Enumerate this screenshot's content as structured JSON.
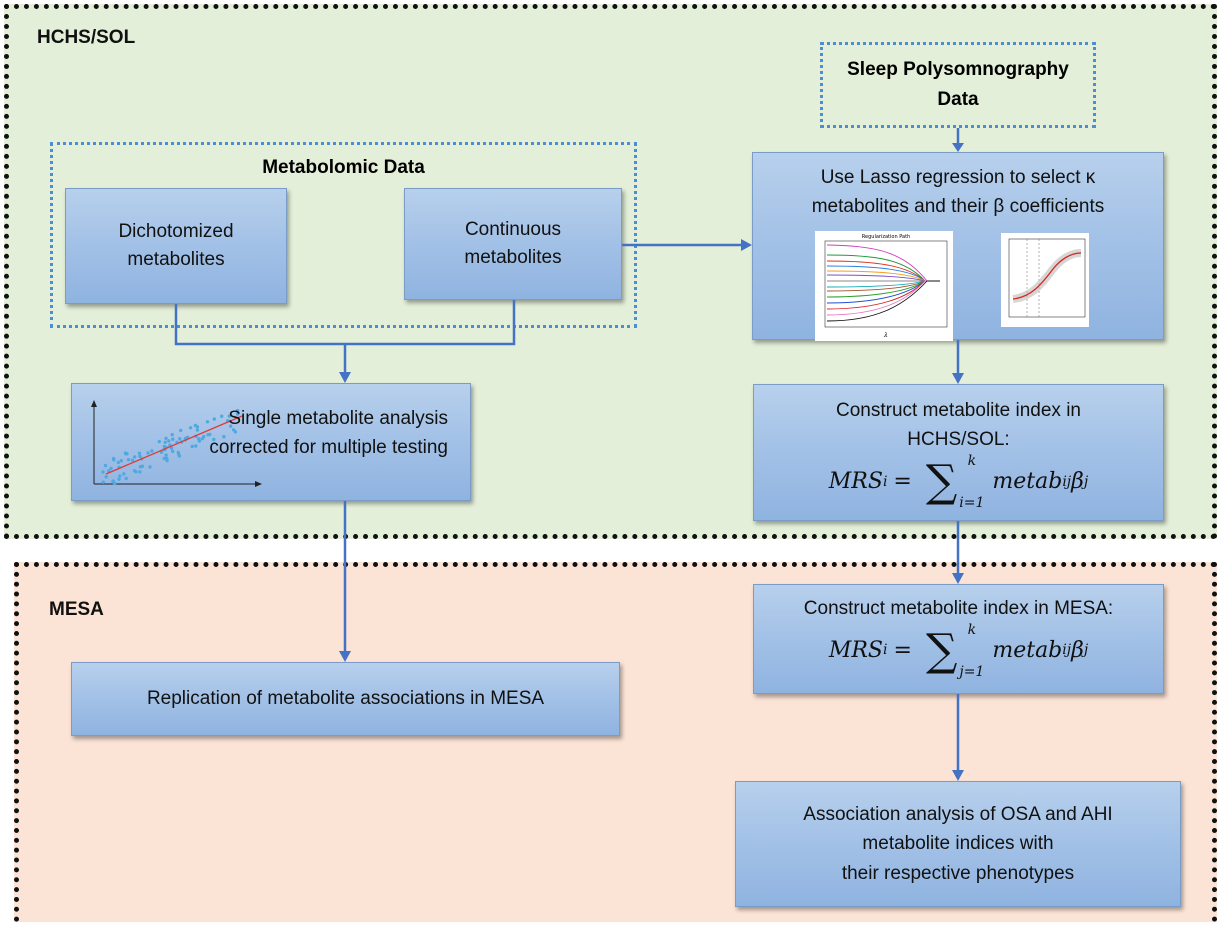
{
  "regions": {
    "hchs": "HCHS/SOL",
    "mesa": "MESA"
  },
  "boxes": {
    "sleep_data": [
      "Sleep Polysomnography",
      "Data"
    ],
    "metabolomic_data": "Metabolomic Data",
    "dichotomized": [
      "Dichotomized",
      "metabolites"
    ],
    "continuous": [
      "Continuous",
      "metabolites"
    ],
    "lasso": [
      "Use Lasso regression to select κ",
      "metabolites and their β coefficients"
    ],
    "single_analysis": [
      "Single metabolite analysis",
      "corrected for multiple testing"
    ],
    "construct_hchs": [
      "Construct metabolite index in",
      "HCHS/SOL:"
    ],
    "construct_mesa": "Construct metabolite index in MESA:",
    "replication": "Replication of metabolite associations in MESA",
    "association": [
      "Association analysis of OSA and AHI",
      "metabolite indices with",
      "their respective phenotypes"
    ]
  },
  "formula": {
    "lhs": "MRS",
    "lhs_sub": "i",
    "upper": "k",
    "lower_hchs": "i=1",
    "lower_mesa": "j=1",
    "term": "metab",
    "term_sub": "ij",
    "coef": "β",
    "coef_sub": "j"
  },
  "thumbnail": {
    "title": "Regularization Path",
    "xlabel": "λ"
  },
  "colors": {
    "hchs_bg": "#e3efd9",
    "mesa_bg": "#fbe3d6",
    "box_fill": "#a4c2e7",
    "arrow": "#4472c4",
    "dotted_frame": "#4a8ed8"
  }
}
